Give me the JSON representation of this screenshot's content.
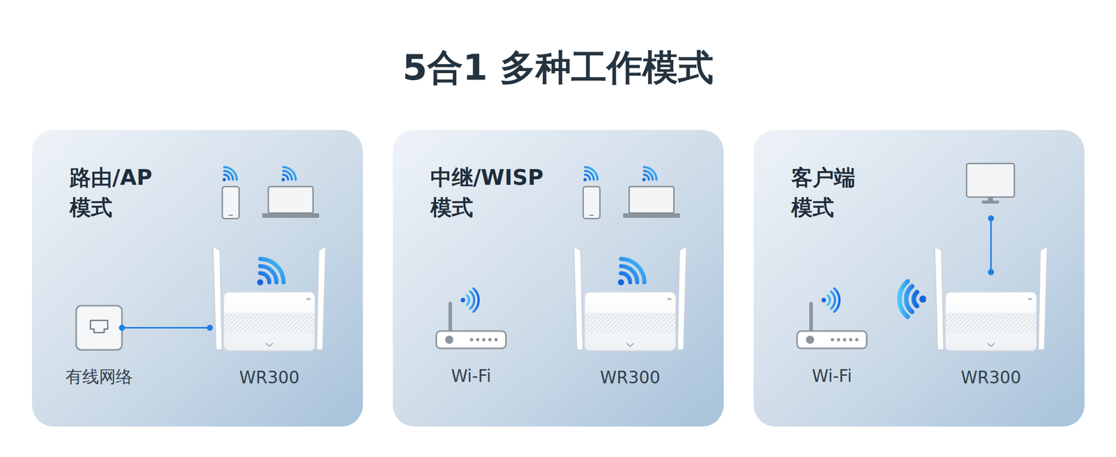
{
  "diagram": {
    "title": "5合1 多种工作模式",
    "nodes": [
      {
        "text": [
          "路由/AP 模式"
        ]
      },
      {
        "text": [
          "有线网络"
        ],
        "in": 0
      },
      {
        "text": [
          "WR300"
        ],
        "in": 0
      },
      {
        "text": [
          "中继/WISP 模式"
        ]
      },
      {
        "text": [
          "Wi-Fi"
        ],
        "in": 3
      },
      {
        "text": [
          "WR300"
        ],
        "in": 3
      },
      {
        "text": [
          "客户端 模式"
        ]
      },
      {
        "text": [
          "Wi-Fi"
        ],
        "in": 6
      },
      {
        "text": [
          "WR300"
        ],
        "in": 6
      }
    ],
    "edges": [
      {
        "from": 1,
        "to": 2,
        "arrow": "none"
      }
    ]
  }
}
